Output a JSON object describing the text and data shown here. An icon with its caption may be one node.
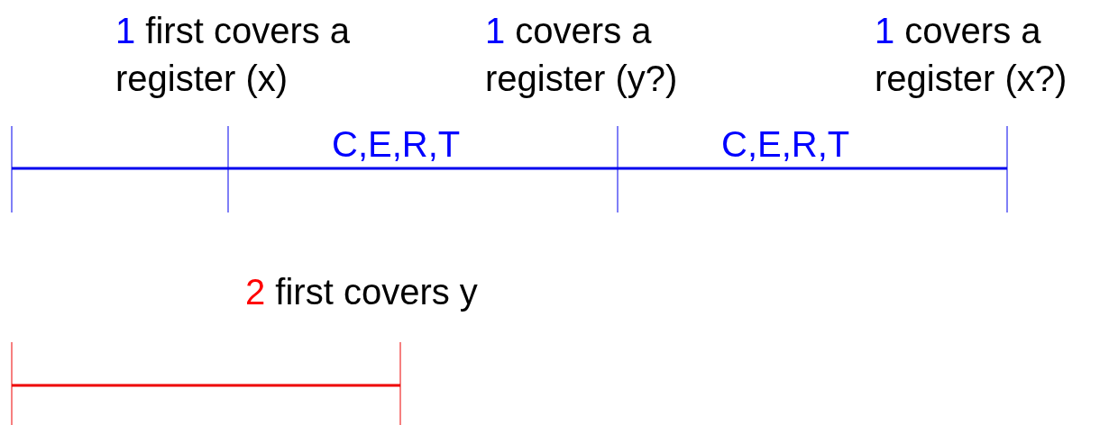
{
  "diagram": {
    "labels": [
      "1 first covers a register (x)",
      "1 covers a register (y?)",
      "1 covers a register (x?)",
      "C,E,R,T",
      "C,E,R,T",
      "2 first covers y"
    ]
  }
}
